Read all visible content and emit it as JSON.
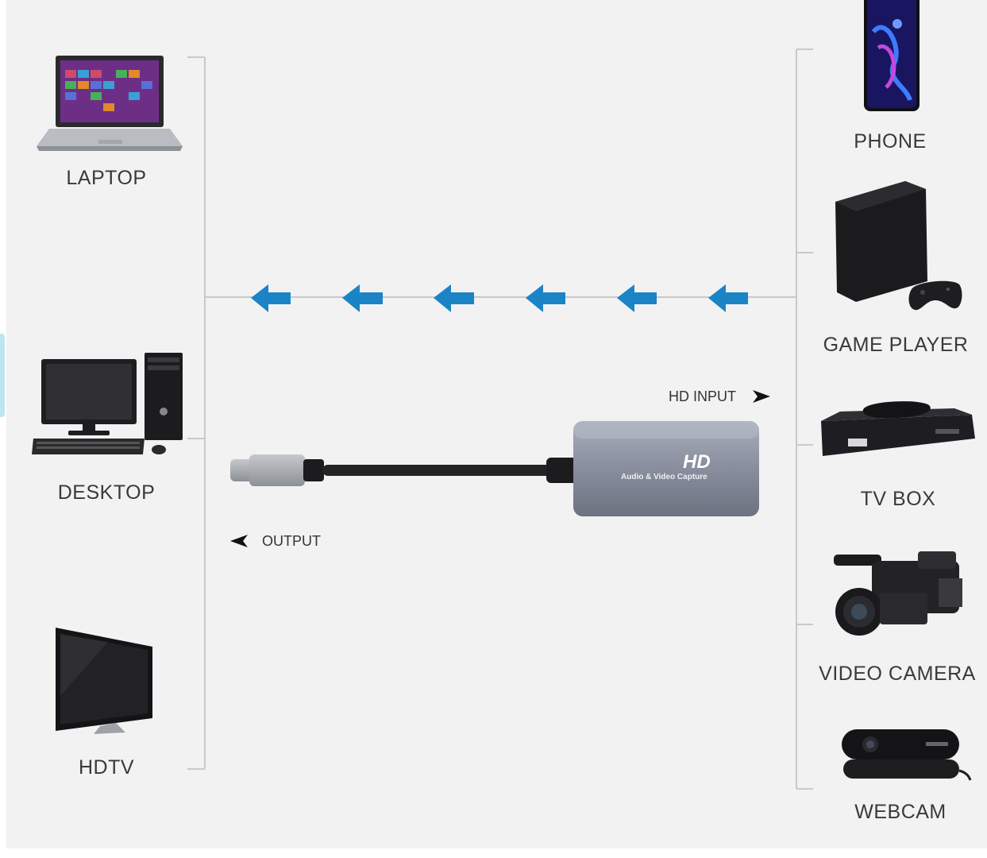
{
  "sources": {
    "phone": "PHONE",
    "game_player": "GAME PLAYER",
    "tv_box": "TV BOX",
    "video_camera": "VIDEO CAMERA",
    "webcam": "WEBCAM"
  },
  "targets": {
    "laptop": "LAPTOP",
    "desktop": "DESKTOP",
    "hdtv": "HDTV"
  },
  "device": {
    "hd_badge": "HD",
    "caption": "Audio & Video Capture"
  },
  "ports": {
    "input_label": "HD INPUT",
    "output_label": "OUTPUT"
  },
  "colors": {
    "arrow": "#1b84c6",
    "line": "#c9c9c9",
    "adapter": "#8f96a6"
  },
  "icons": {
    "flow_arrow": "left-arrow-icon",
    "input_pointer": "right-pointer-icon",
    "output_pointer": "left-pointer-icon"
  }
}
